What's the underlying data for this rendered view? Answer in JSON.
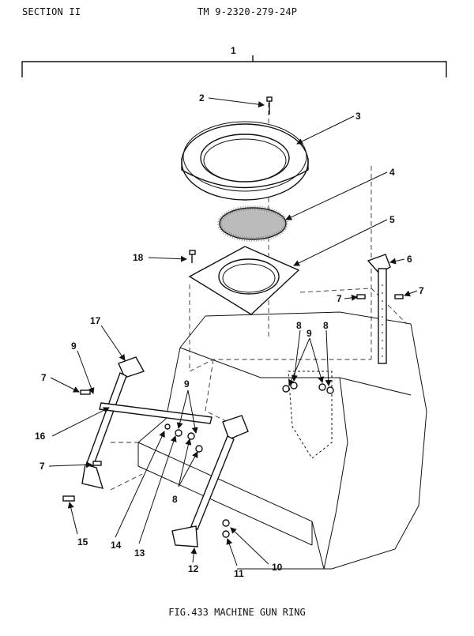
{
  "header": {
    "section": "SECTION II",
    "tm_number": "TM 9-2320-279-24P"
  },
  "figure": {
    "caption": "FIG.433 MACHINE GUN RING",
    "callouts": {
      "c1": "1",
      "c2": "2",
      "c3": "3",
      "c4": "4",
      "c5": "5",
      "c6": "6",
      "c7a": "7",
      "c7b": "7",
      "c7c": "7",
      "c7d": "7",
      "c8a": "8",
      "c8b": "8",
      "c8c": "8",
      "c9a": "9",
      "c9b": "9",
      "c9c": "9",
      "c10": "10",
      "c11": "11",
      "c12": "12",
      "c13": "13",
      "c14": "14",
      "c15": "15",
      "c16": "16",
      "c17": "17",
      "c18": "18"
    }
  }
}
